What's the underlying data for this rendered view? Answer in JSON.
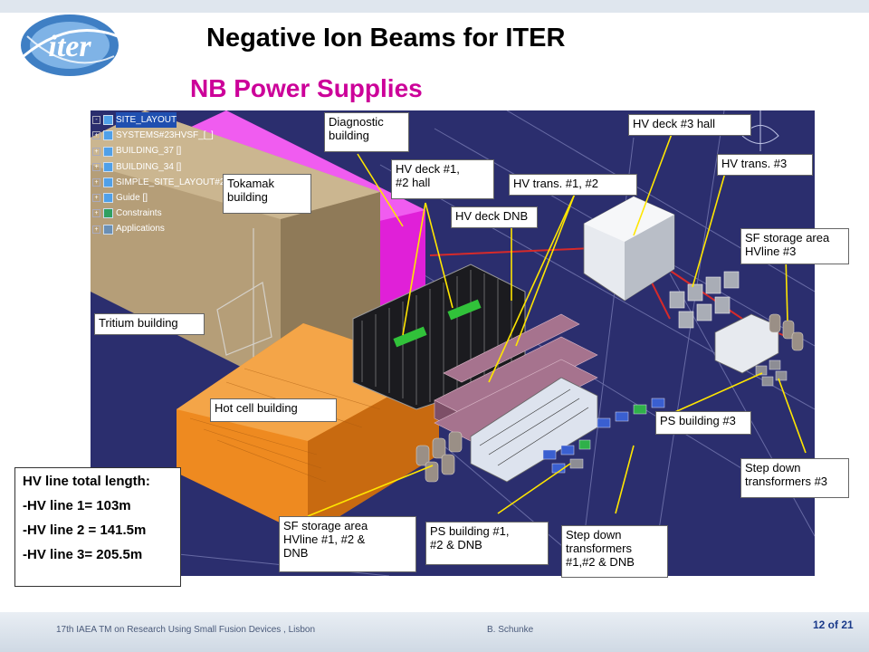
{
  "header": {
    "title": "Negative Ion Beams for ITER",
    "subtitle": "NB Power Supplies",
    "logo_text": "iter"
  },
  "tree": {
    "items": [
      {
        "label": "SITE_LAYOUT"
      },
      {
        "label": "SYSTEMS#23HVSF_[_]"
      },
      {
        "label": "BUILDING_37 []"
      },
      {
        "label": "BUILDING_34 []"
      },
      {
        "label": "SIMPLE_SITE_LAYOUT#2"
      },
      {
        "label": "Guide []"
      },
      {
        "label": "Constraints"
      },
      {
        "label": "Applications"
      }
    ]
  },
  "callouts": {
    "diagnostic": "Diagnostic\nbuilding",
    "tokamak": "Tokamak\nbuilding",
    "hvdeck12": "HV deck #1,\n#2 hall",
    "hvtrans12": "HV trans. #1, #2",
    "hvdeckdnb": "HV deck DNB",
    "hvdeck3": "HV deck #3 hall",
    "hvtrans3": "HV trans. #3",
    "sfstorage3": "SF storage area\nHVline #3",
    "tritium": "Tritium building",
    "hotcell": "Hot cell building",
    "psbuilding3": "PS building #3",
    "stepdown3": "Step down\ntransformers #3",
    "sfstorage12": "SF storage area\nHVline #1, #2 &\nDNB",
    "psbuilding12": "PS building #1,\n#2 & DNB",
    "stepdown12": "Step down\ntransformers\n#1,#2 & DNB"
  },
  "hv_info": {
    "heading": "HV line total length:",
    "line1": "-HV line 1= 103m",
    "line2": "-HV line 2 = 141.5m",
    "line3": "-HV line 3= 205.5m"
  },
  "footer": {
    "event": "17th IAEA TM on Research Using Small Fusion Devices , Lisbon",
    "author": "B. Schunke",
    "page": "12 of 21"
  },
  "colors": {
    "scene_bg": "#2b2e6e",
    "accent_title": "#cc0099",
    "tokamak": "#b59e78",
    "tritium": "#e020d8",
    "hotcell": "#ee8a20",
    "pointer": "#ffe600"
  }
}
